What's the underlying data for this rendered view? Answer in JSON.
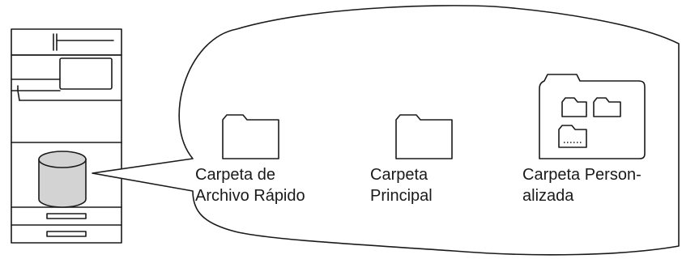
{
  "folders": [
    {
      "id": "quick-file",
      "line1": "Carpeta de",
      "line2": "Archivo Rápido"
    },
    {
      "id": "main",
      "line1": "Carpeta",
      "line2": "Principal"
    },
    {
      "id": "custom",
      "line1": "Carpeta Person-",
      "line2": "alizada"
    }
  ],
  "colors": {
    "stroke": "#1a1a1a",
    "disk_fill": "#d3d3d3",
    "background": "#ffffff"
  }
}
